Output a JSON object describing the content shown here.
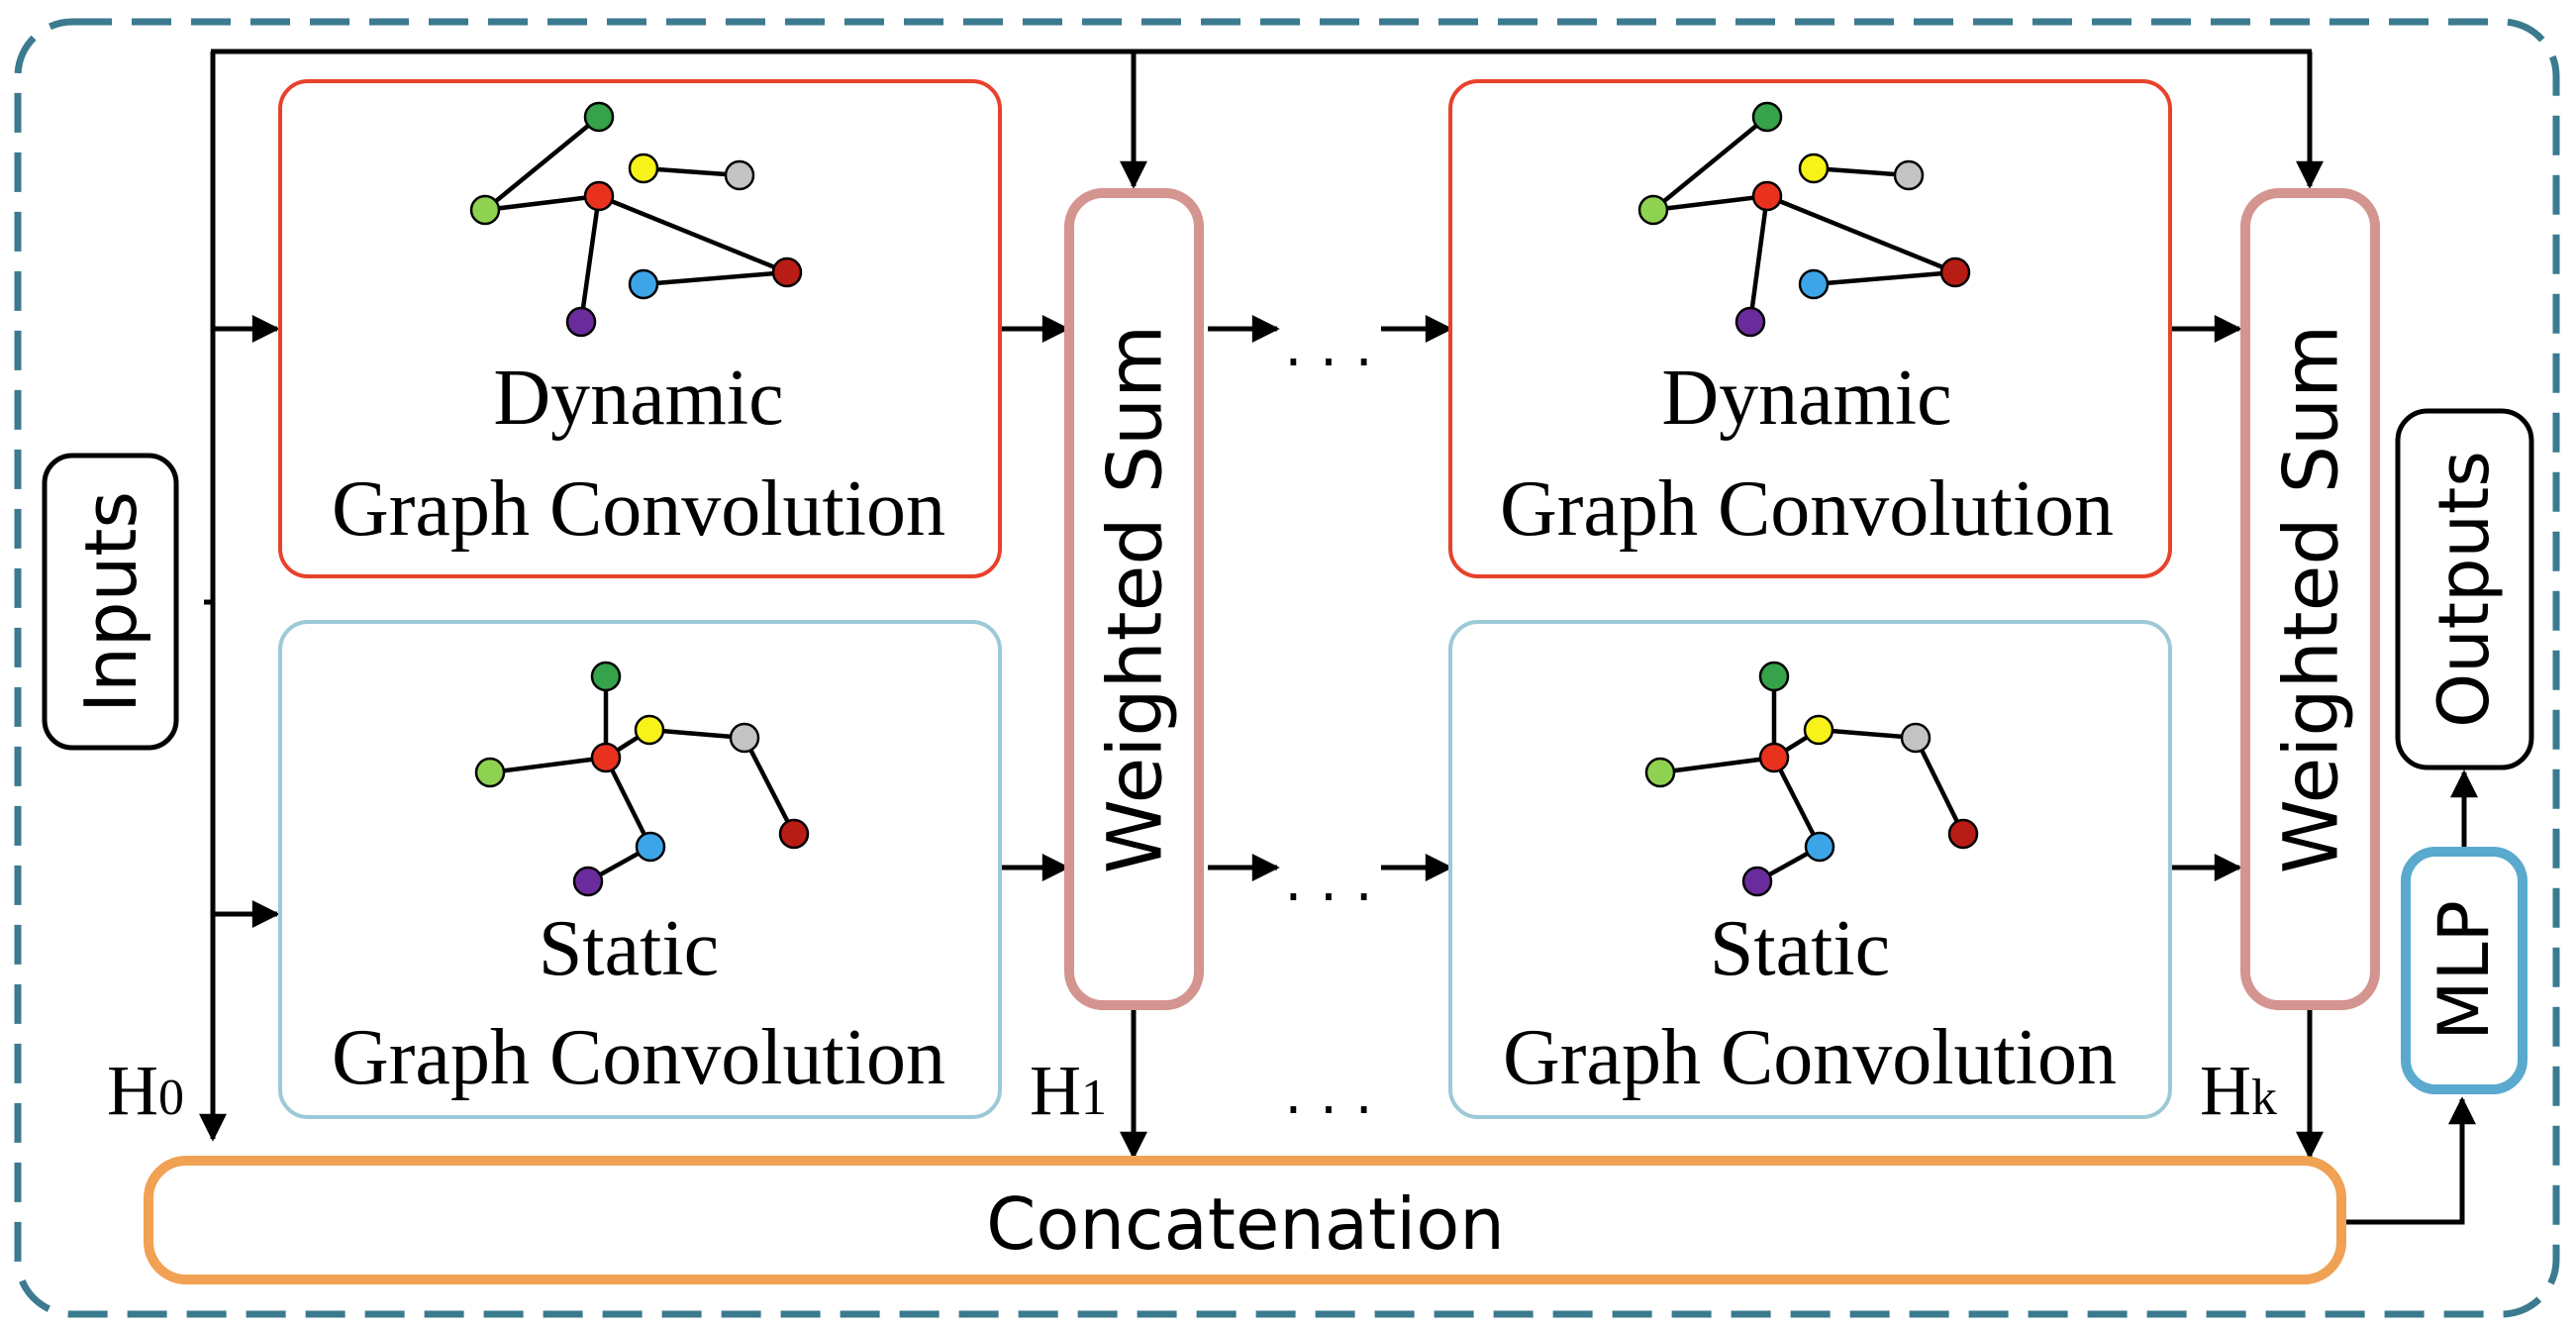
{
  "dynamic_block": {
    "line1": "Dynamic",
    "line2": "Graph Convolution"
  },
  "static_block": {
    "line1": "Static",
    "line2": "Graph Convolution"
  },
  "weighted_sum_label": "Weighted Sum",
  "inputs_label": "Inputs",
  "outputs_label": "Outputs",
  "mlp_label": "MLP",
  "concatenation_label": "Concatenation",
  "ellipsis": "· · ·",
  "hidden_states": [
    {
      "base": "H",
      "sub": "0"
    },
    {
      "base": "H",
      "sub": "1"
    },
    {
      "base": "H",
      "sub": "k"
    }
  ],
  "colors": {
    "outer_border": "#3b7a8f",
    "dynamic_border": "#e8412c",
    "static_border": "#9cc9d6",
    "weighted_sum_border": "#d4948f",
    "concat_border": "#f0a154",
    "mlp_border": "#5aa9cf",
    "node_green": "#36a24a",
    "node_lightgreen": "#8fd150",
    "node_yellow": "#f7f21a",
    "node_gray": "#c3c3c3",
    "node_red": "#e8321e",
    "node_darkred": "#b71c15",
    "node_blue": "#3ca5e8",
    "node_purple": "#6a2c9c"
  }
}
